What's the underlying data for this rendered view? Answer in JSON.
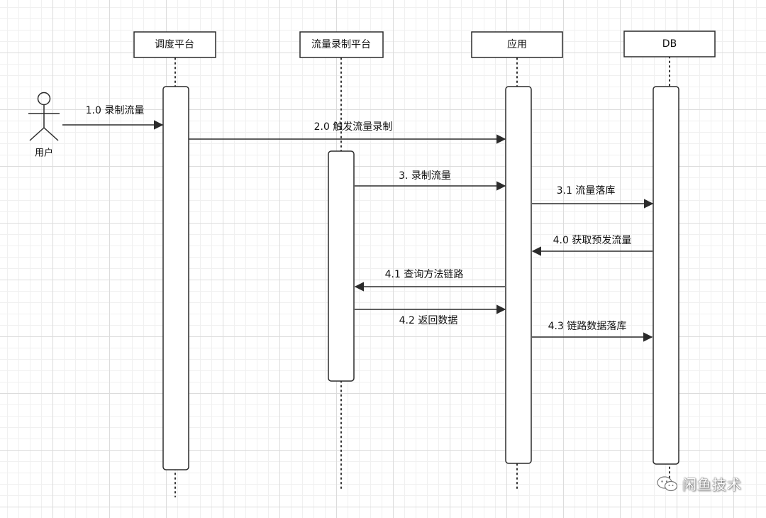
{
  "actor": {
    "label": "用户"
  },
  "participants": [
    {
      "id": "scheduler",
      "label": "调度平台"
    },
    {
      "id": "recorder",
      "label": "流量录制平台"
    },
    {
      "id": "app",
      "label": "应用"
    },
    {
      "id": "db",
      "label": "DB"
    }
  ],
  "messages": [
    {
      "from": "actor",
      "to": "scheduler",
      "label": "1.0 录制流量"
    },
    {
      "from": "scheduler",
      "to": "app",
      "label": "2.0 触发流量录制"
    },
    {
      "from": "recorder",
      "to": "app",
      "label": "3. 录制流量"
    },
    {
      "from": "app",
      "to": "db",
      "label": "3.1 流量落库"
    },
    {
      "from": "db",
      "to": "app",
      "label": "4.0 获取预发流量"
    },
    {
      "from": "app",
      "to": "recorder",
      "label": "4.1 查询方法链路"
    },
    {
      "from": "recorder",
      "to": "app",
      "label": "4.2 返回数据"
    },
    {
      "from": "app",
      "to": "db",
      "label": "4.3 链路数据落库"
    }
  ],
  "watermark": {
    "text": "闲鱼技术"
  },
  "colors": {
    "line": "#2b2b2b",
    "grid": "#dcdcdc",
    "background": "#ffffff"
  }
}
